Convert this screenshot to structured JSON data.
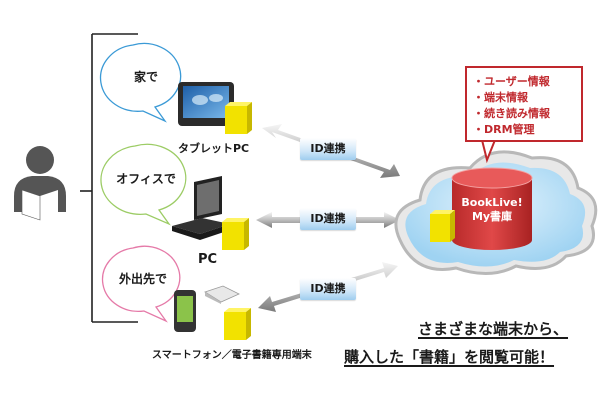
{
  "locations": [
    {
      "label": "家で",
      "color": "#3b9ad6"
    },
    {
      "label": "オフィスで",
      "color": "#9ccc65"
    },
    {
      "label": "外出先で",
      "color": "#e57aa8"
    }
  ],
  "devices": [
    {
      "label": "タブレットPC",
      "icon": "tablet-icon"
    },
    {
      "label": "PC",
      "icon": "laptop-icon"
    },
    {
      "label": "スマートフォン／電子書籍専用端末",
      "icon": "smartphone-ereader-icon"
    }
  ],
  "links": [
    {
      "label": "ID連携"
    },
    {
      "label": "ID連携"
    },
    {
      "label": "ID連携"
    }
  ],
  "cloud": {
    "db_label_line1": "BookLive!",
    "db_label_line2": "My書庫"
  },
  "info_box": {
    "items": [
      "ユーザー情報",
      "端末情報",
      "続き読み情報",
      "DRM管理"
    ],
    "color": "#c0282d"
  },
  "caption": {
    "line1": "さまざまな端末から、",
    "line2": "購入した「書籍」を閲覧可能！"
  },
  "colors": {
    "book": "#f2e200",
    "db": "#d63a3a",
    "cloud": "#bfe3f7",
    "person": "#555555"
  }
}
